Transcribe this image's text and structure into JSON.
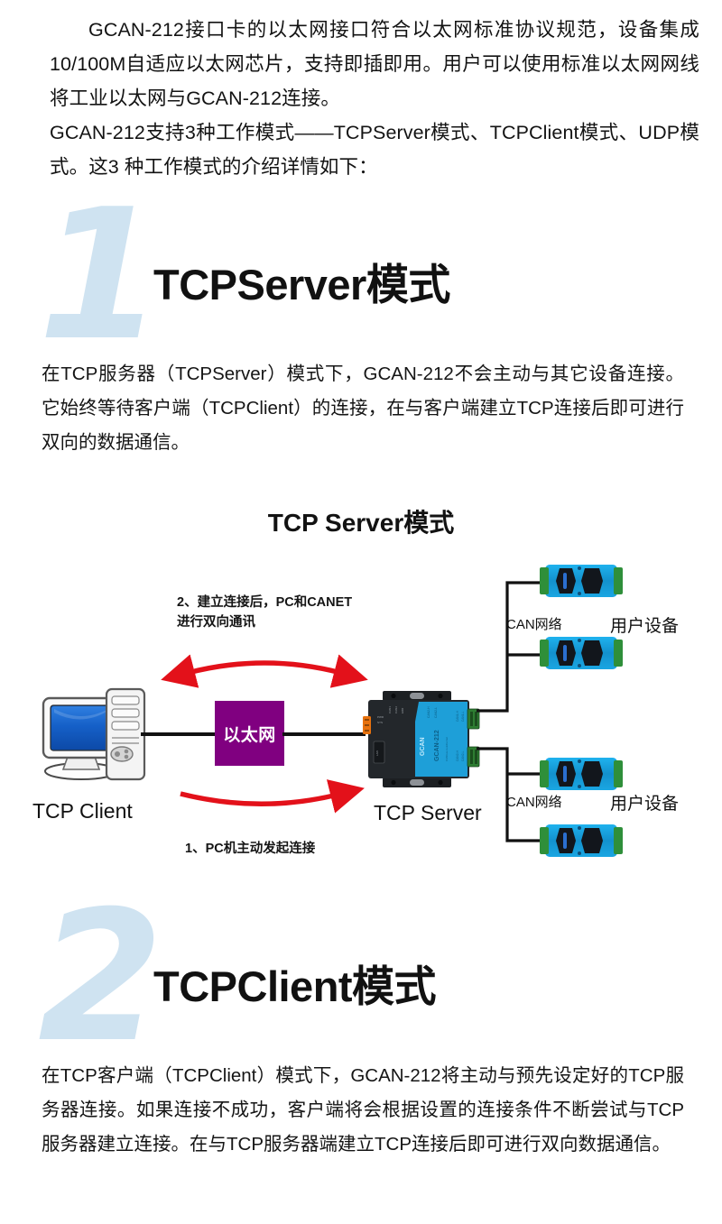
{
  "intro": {
    "paragraph_1": "GCAN-212接口卡的以太网接口符合以太网标准协议规范，设备集成10/100M自适应以太网芯片，支持即插即用。用户可以使用标准以太网网线将工业以太网与GCAN-212连接。",
    "paragraph_2": "GCAN-212支持3种工作模式——TCPServer模式、TCPClient模式、UDP模式。这3 种工作模式的介绍详情如下："
  },
  "sections": [
    {
      "number": "1",
      "title": "TCPServer模式",
      "body": "在TCP服务器（TCPServer）模式下，GCAN-212不会主动与其它设备连接。它始终等待客户端（TCPClient）的连接，在与客户端建立TCP连接后即可进行双向的数据通信。"
    },
    {
      "number": "2",
      "title": "TCPClient模式",
      "body": "在TCP客户端（TCPClient）模式下，GCAN-212将主动与预先设定好的TCP服务器连接。如果连接不成功，客户端将会根据设置的连接条件不断尝试与TCP服务器建立连接。在与TCP服务器端建立TCP连接后即可进行双向数据通信。"
    }
  ],
  "diagram": {
    "title": "TCP Server模式",
    "note_top_line1": "2、建立连接后，PC和CANET",
    "note_top_line2": "进行双向通讯",
    "note_bottom": "1、PC机主动发起连接",
    "ethernet_block_label": "以太网",
    "client_label": "TCP Client",
    "server_label": "TCP Server",
    "can_network_label_upper": "CAN网络",
    "can_network_label_lower": "CAN网络",
    "user_device_label_upper": "用户设备",
    "user_device_label_lower": "用户设备",
    "device_brand": "GCAN",
    "device_model": "GCAN-212",
    "colors": {
      "ethernet_block": "#800080",
      "arrow_red": "#e3111a",
      "device_blue": "#1e9fd8",
      "device_dark": "#23272b",
      "can_module_blue": "#1aa3e0",
      "big_number": "#cfe3f1",
      "wire_black": "#111111"
    }
  }
}
